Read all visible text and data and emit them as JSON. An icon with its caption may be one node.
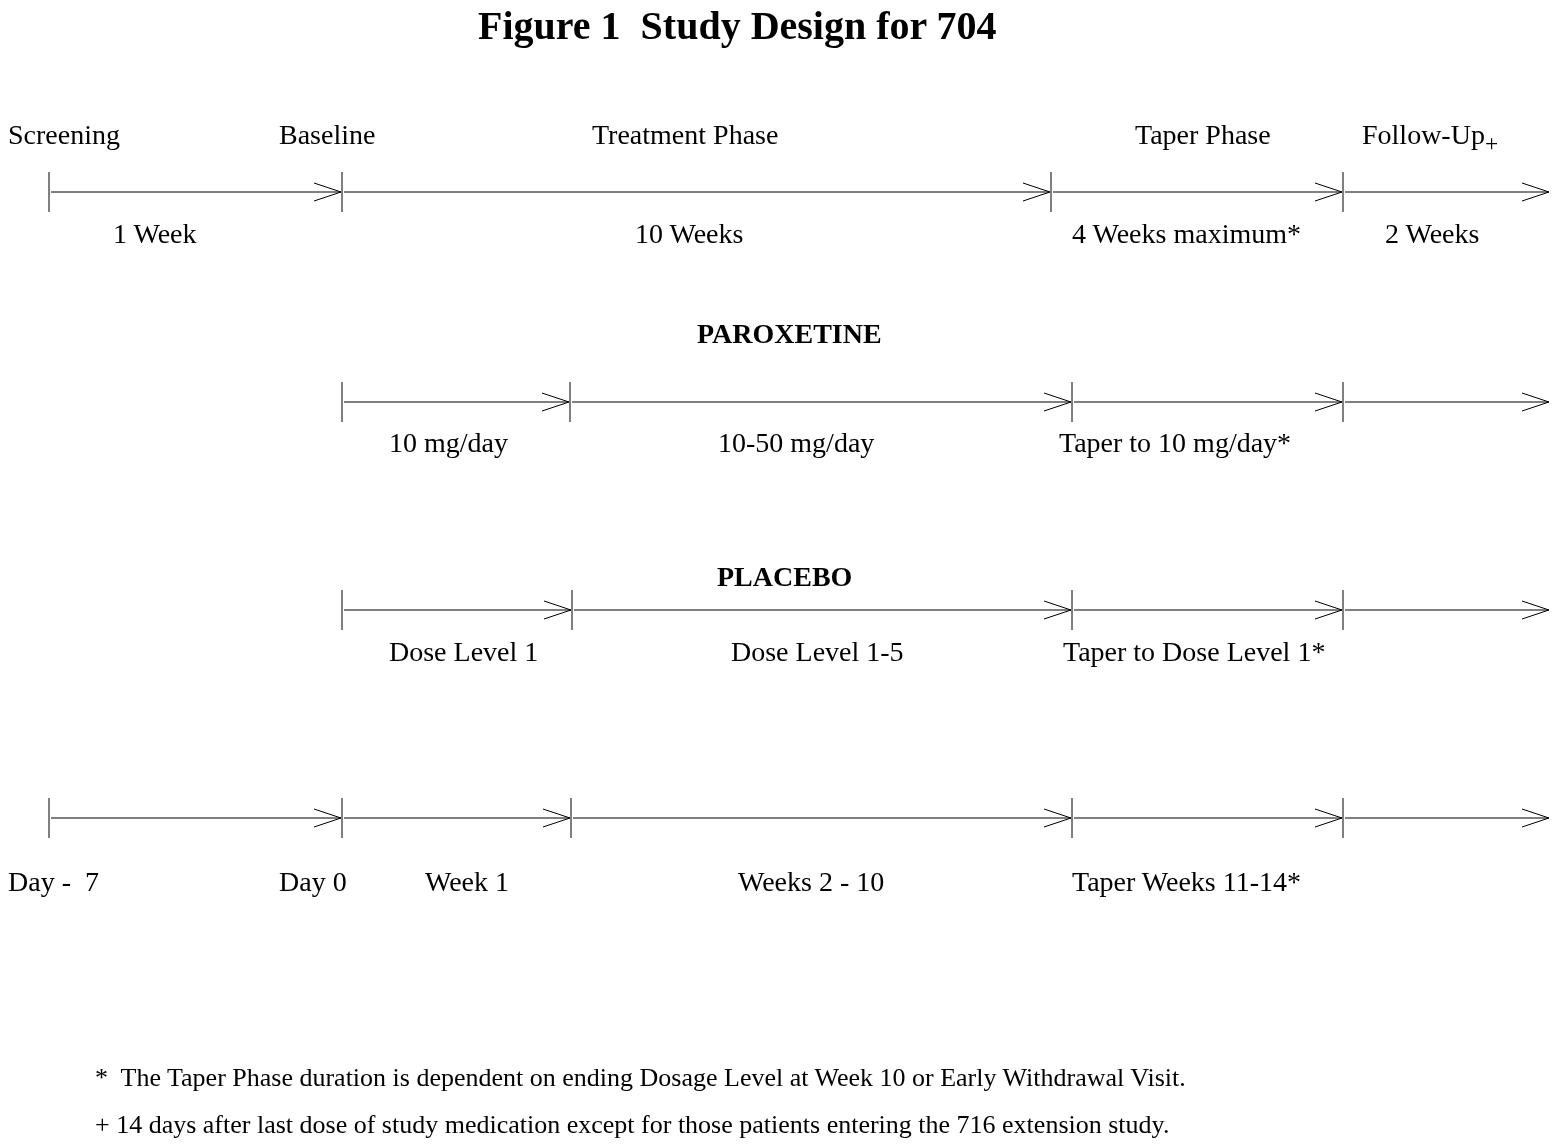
{
  "diagram": {
    "title": "Figure 1  Study Design for 704",
    "labels": [
      "Screening",
      "Baseline",
      "Treatment Phase",
      "Taper Phase",
      "Follow-Up$_{+}$",
      "1 Week",
      "10 Weeks",
      "4 Weeks maximum*",
      "2 Weeks",
      "PAROXETINE",
      "10 mg/day",
      "10-50 mg/day",
      "Taper to 10 mg/day*",
      "PLACEBO",
      "Dose Level 1",
      "Dose Level 1-5",
      "Taper to Dose Level 1*",
      "Day -  7",
      "Day 0",
      "Week 1",
      "Weeks 2 - 10",
      "Taper Weeks 11-14*",
      "*  The Taper Phase duration is dependent on ending Dosage Level at Week 10 or Early Withdrawal Visit.",
      "+ 14 days after last dose of study medication except for those patients entering the 716 extension study."
    ]
  }
}
